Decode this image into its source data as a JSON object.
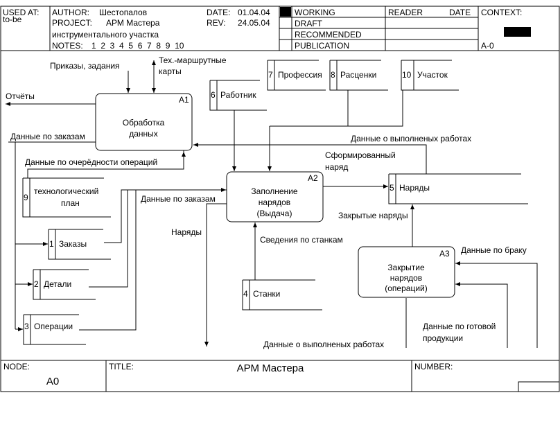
{
  "header": {
    "used_at_label": "USED AT:",
    "used_at_sub": "to-be",
    "author_label": "AUTHOR:",
    "author": "Шестопалов",
    "project_label": "PROJECT:",
    "project": "АРМ Мастера",
    "project_line2": "инструментального участка",
    "notes_label": "NOTES:",
    "notes": "1  2  3  4  5  6  7  8  9  10",
    "date_label": "DATE:",
    "date": "01.04.04",
    "rev_label": "REV:",
    "rev": "24.05.04",
    "status": [
      "WORKING",
      "DRAFT",
      "RECOMMENDED",
      "PUBLICATION"
    ],
    "reader_label": "READER",
    "reader_date_label": "DATE",
    "context_label": "CONTEXT:",
    "context_node": "A-0"
  },
  "activities": [
    {
      "id": "A1",
      "label1": "Обработка",
      "label2": "данных",
      "label3": ""
    },
    {
      "id": "A2",
      "label1": "Заполнение",
      "label2": "нарядов",
      "label3": "(Выдача)"
    },
    {
      "id": "A3",
      "label1": "Закрытие",
      "label2": "нарядов",
      "label3": "(операций)"
    }
  ],
  "stores": [
    {
      "num": "1",
      "label": "Заказы"
    },
    {
      "num": "2",
      "label": "Детали"
    },
    {
      "num": "3",
      "label": "Операции"
    },
    {
      "num": "4",
      "label": "Станки"
    },
    {
      "num": "5",
      "label": "Наряды"
    },
    {
      "num": "6",
      "label": "Работник"
    },
    {
      "num": "7",
      "label": "Профессия"
    },
    {
      "num": "8",
      "label": "Расценки"
    },
    {
      "num": "9",
      "label1": "технологический",
      "label2": "план"
    },
    {
      "num": "10",
      "label": "Участок"
    }
  ],
  "arrows": {
    "orders": "Приказы, задания",
    "tech_maps_1": "Тех.-маршрутные",
    "tech_maps_2": "карты",
    "reports": "Отчёты",
    "order_data_1": "Данные по заказам",
    "op_order_data": "Данные по очерёдности операций",
    "order_data_2": "Данные по заказам",
    "work_done_1": "Данные о выполненых работах",
    "formed_order_1": "Сформированный",
    "formed_order_2": "наряд",
    "closed_orders": "Закрытые наряды",
    "machine_info": "Сведения по станкам",
    "orders_out": "Наряды",
    "defect_data": "Данные по браку",
    "finished_1": "Данные по готовой",
    "finished_2": "продукции",
    "work_done_2": "Данные о выполненых работах"
  },
  "footer": {
    "node_label": "NODE:",
    "node": "A0",
    "title_label": "TITLE:",
    "title": "АРМ Мастера",
    "number_label": "NUMBER:"
  }
}
